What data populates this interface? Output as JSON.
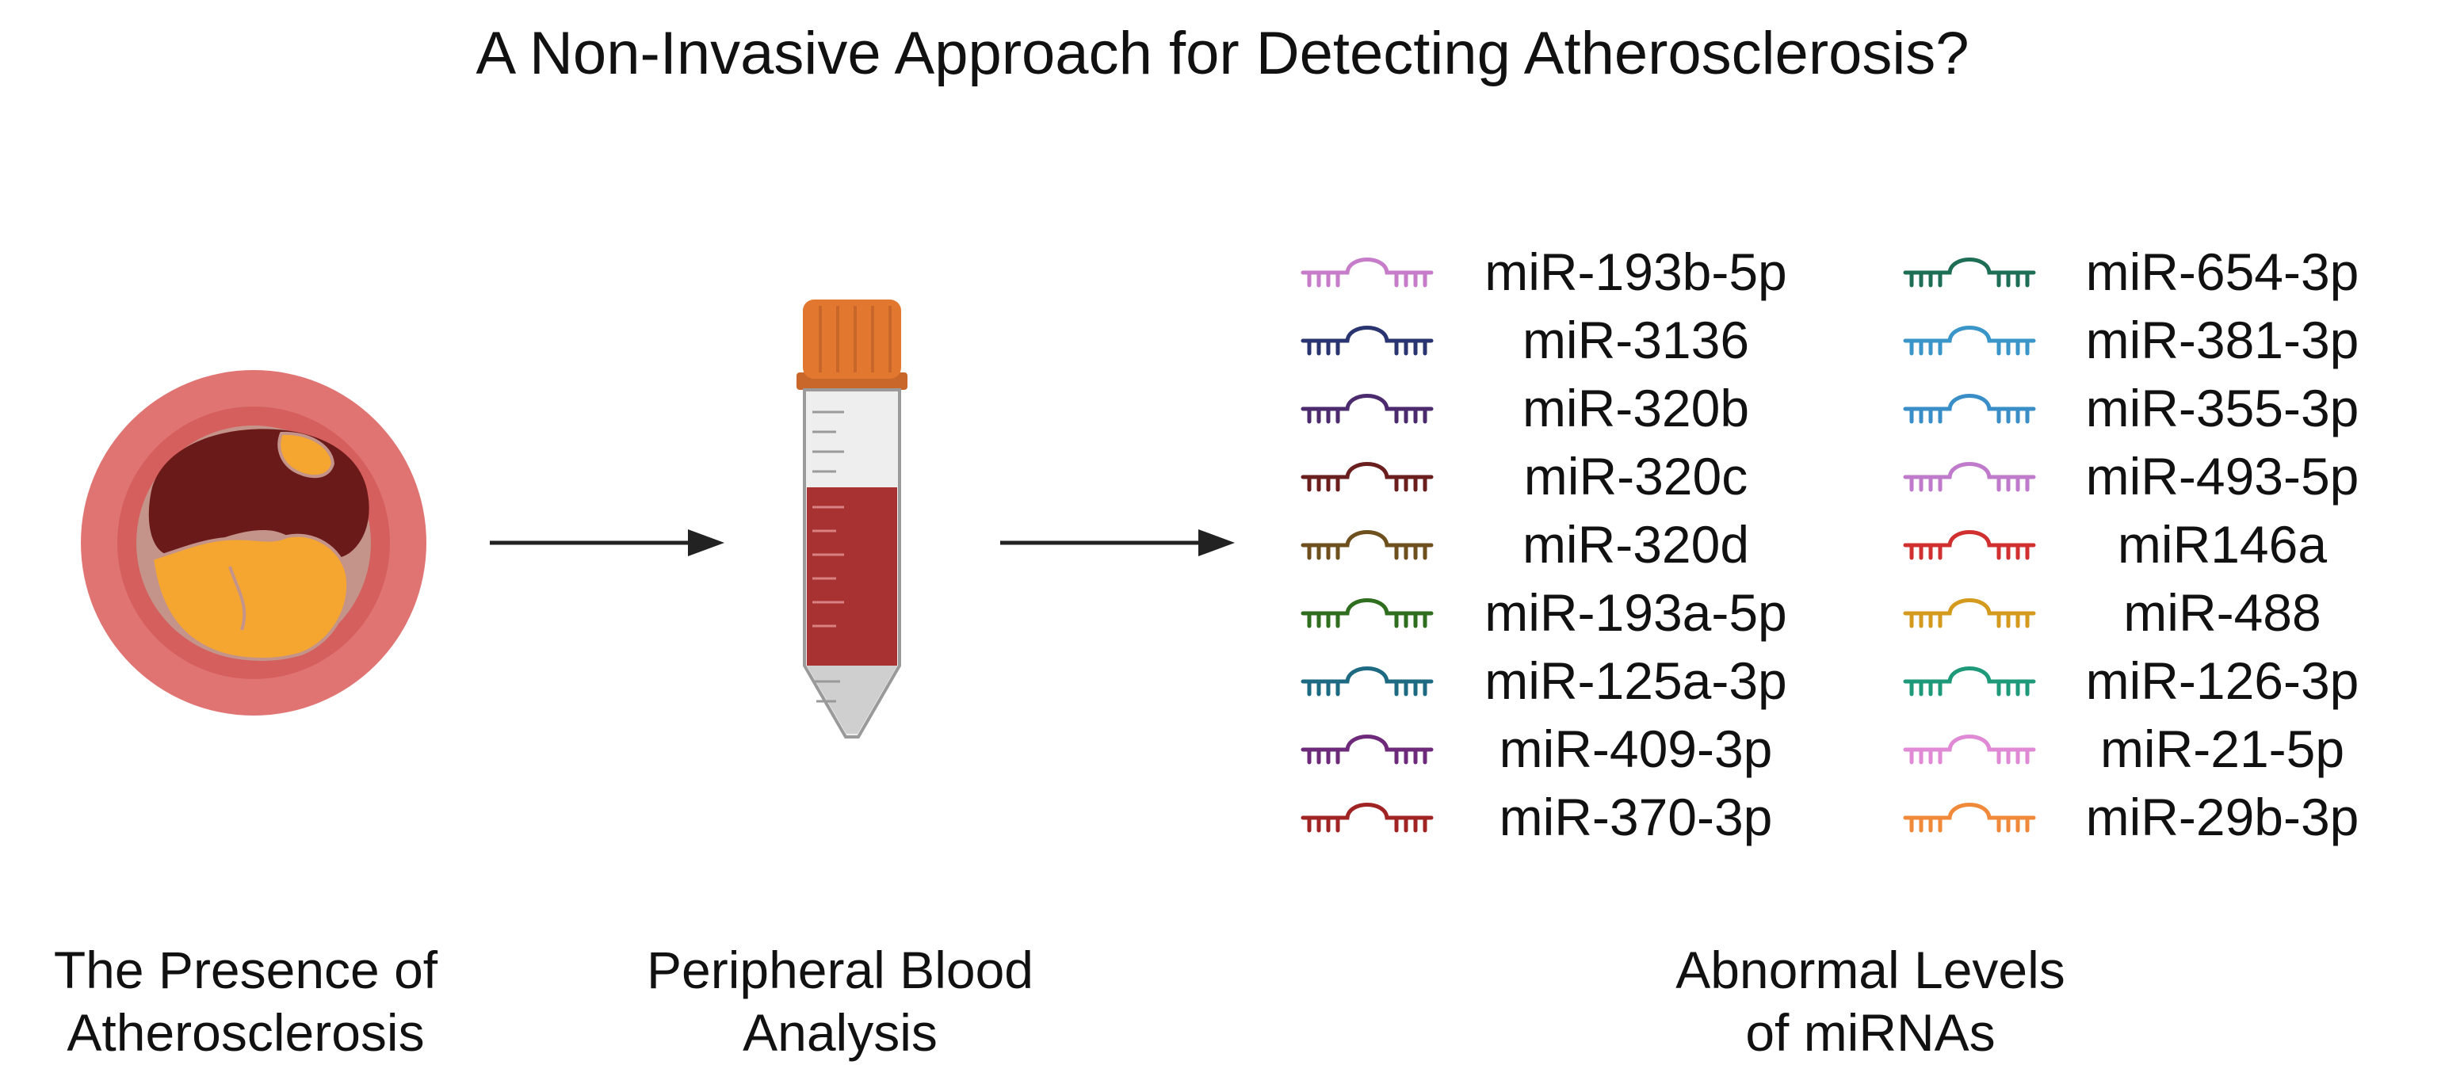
{
  "title": "A Non-Invasive Approach for Detecting Atherosclerosis?",
  "captions": {
    "left": [
      "The Presence of",
      "Atherosclerosis"
    ],
    "middle": [
      "Peripheral Blood",
      "Analysis"
    ],
    "right": [
      "Abnormal Levels",
      "of miRNAs"
    ]
  },
  "icons": {
    "artery": "artery-cross-section-icon",
    "tube": "blood-tube-icon",
    "mirna": "mirna-strand-icon",
    "arrow": "arrow-right-icon"
  },
  "colors": {
    "artery_outer": "#e07472",
    "artery_wall": "#d96562",
    "artery_lumen": "#c9988e",
    "clot": "#6b1a1a",
    "plaque": "#f5a630",
    "tube_cap": "#e2782f",
    "blood": "#a83232"
  },
  "mirna_left": [
    {
      "label": "miR-193b-5p",
      "color": "#c77cc9"
    },
    {
      "label": "miR-3136",
      "color": "#2a3470"
    },
    {
      "label": "miR-320b",
      "color": "#4b2a6e"
    },
    {
      "label": "miR-320c",
      "color": "#6b1e1e"
    },
    {
      "label": "miR-320d",
      "color": "#6e4f1e"
    },
    {
      "label": "miR-193a-5p",
      "color": "#2f6e1e"
    },
    {
      "label": "miR-125a-3p",
      "color": "#1e6a82"
    },
    {
      "label": "miR-409-3p",
      "color": "#6e2a7a"
    },
    {
      "label": "miR-370-3p",
      "color": "#a02424"
    }
  ],
  "mirna_right": [
    {
      "label": "miR-654-3p",
      "color": "#1e6e55"
    },
    {
      "label": "miR-381-3p",
      "color": "#3a96c8"
    },
    {
      "label": "miR-355-3p",
      "color": "#3a8ec8"
    },
    {
      "label": "miR-493-5p",
      "color": "#c07acc"
    },
    {
      "label": "miR146a",
      "color": "#d03030"
    },
    {
      "label": "miR-488",
      "color": "#d49a1e"
    },
    {
      "label": "miR-126-3p",
      "color": "#1e9a7a"
    },
    {
      "label": "miR-21-5p",
      "color": "#e08ad6"
    },
    {
      "label": "miR-29b-3p",
      "color": "#f08a3a"
    }
  ]
}
